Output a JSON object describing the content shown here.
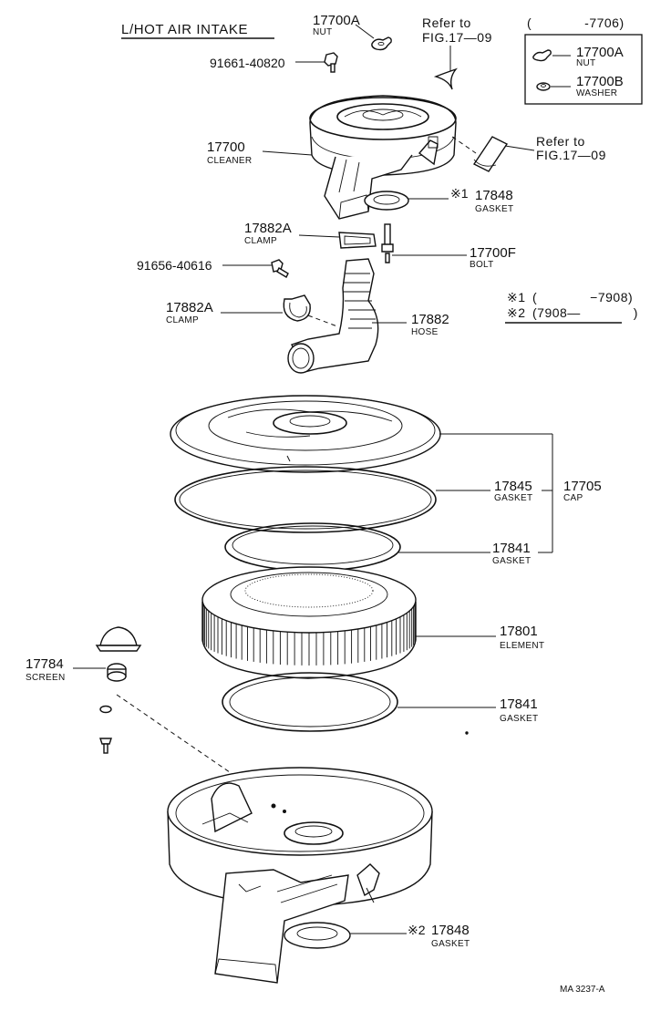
{
  "title": "L/HOT AIR INTAKE",
  "diagram_code": "MA 3237-A",
  "callouts": [
    {
      "id": "nut_top",
      "part_no": "17700A",
      "name": "NUT"
    },
    {
      "id": "bolt_top",
      "part_no": "91661-40820",
      "name": ""
    },
    {
      "id": "cleaner",
      "part_no": "17700",
      "name": "CLEANER"
    },
    {
      "id": "gasket_1",
      "mark": "※1",
      "part_no": "17848",
      "name": "GASKET"
    },
    {
      "id": "clamp_upper",
      "part_no": "17882A",
      "name": "CLAMP"
    },
    {
      "id": "bolt",
      "part_no": "17700F",
      "name": "BOLT"
    },
    {
      "id": "bolt_mid",
      "part_no": "91656-40616",
      "name": ""
    },
    {
      "id": "clamp_lower",
      "part_no": "17882A",
      "name": "CLAMP"
    },
    {
      "id": "hose",
      "part_no": "17882",
      "name": "HOSE"
    },
    {
      "id": "gasket_cap",
      "part_no": "17845",
      "name": "GASKET"
    },
    {
      "id": "cap",
      "part_no": "17705",
      "name": "CAP"
    },
    {
      "id": "gasket_upper",
      "part_no": "17841",
      "name": "GASKET"
    },
    {
      "id": "element",
      "part_no": "17801",
      "name": "ELEMENT"
    },
    {
      "id": "screen",
      "part_no": "17784",
      "name": "SCREEN"
    },
    {
      "id": "gasket_lower",
      "part_no": "17841",
      "name": "GASKET"
    },
    {
      "id": "gasket_2",
      "mark": "※2",
      "part_no": "17848",
      "name": "GASKET"
    }
  ],
  "references": [
    {
      "id": "ref_top",
      "line1": "Refer to",
      "line2": "FIG.17—09"
    },
    {
      "id": "ref_side",
      "line1": "Refer to",
      "line2": "FIG.17—09"
    }
  ],
  "inset_box": {
    "range": "(    -7706)",
    "items": [
      {
        "part_no": "17700A",
        "name": "NUT"
      },
      {
        "part_no": "17700B",
        "name": "WASHER"
      }
    ]
  },
  "footnotes": [
    {
      "mark": "※1",
      "range": "(    −7908)"
    },
    {
      "mark": "※2",
      "range": "(7908—    )"
    }
  ]
}
